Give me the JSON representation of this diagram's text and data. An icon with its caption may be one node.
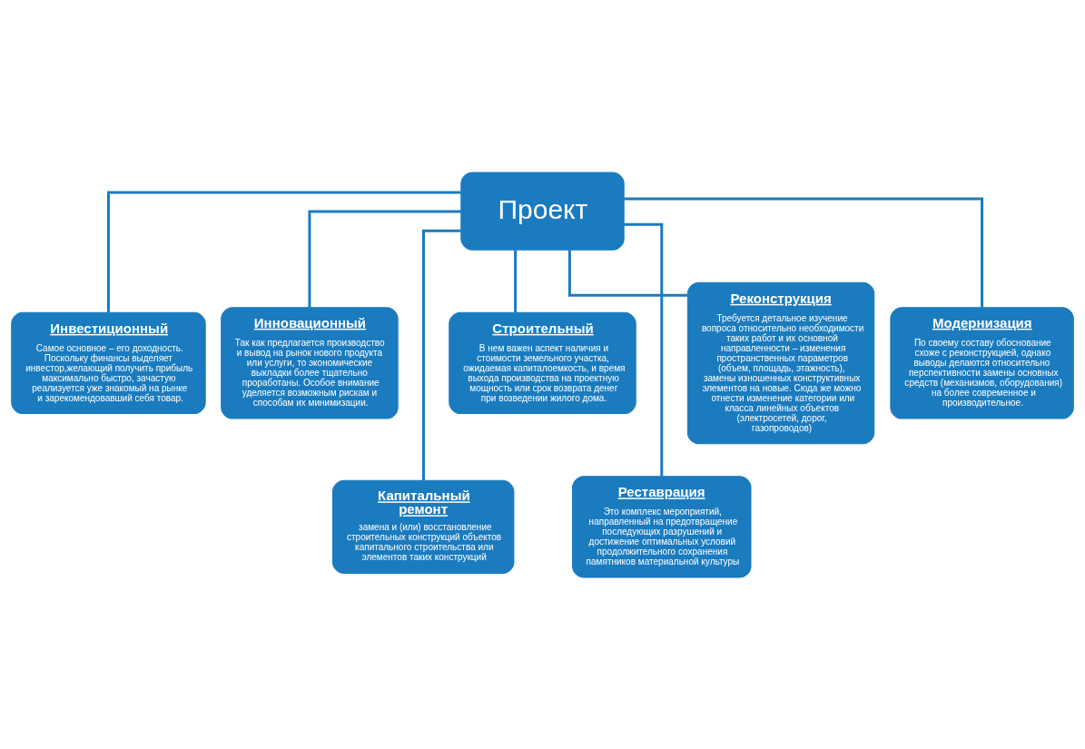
{
  "diagram": {
    "nodes": [
      {
        "text": [
          "Проект"
        ]
      },
      {
        "text": [
          "Инвестиционный",
          "Самое основное – его доходность. Поскольку финансы выделяет инвестор,желающий получить прибыль максимально быстро, зачастую реализуется уже знакомый на рынке и зарекомендовавший себя товар."
        ]
      },
      {
        "text": [
          "Инновационный",
          "Так как предлагается производство и вывод на рынок нового продукта или услуги, то экономические выкладки более тщательно проработаны. Особое внимание уделяется возможным рискам и способам их минимизации."
        ]
      },
      {
        "text": [
          "Строительный",
          "В нем важен аспект наличия и стоимости земельного участка, ожидаемая капиталоемкость, и время выхода производства на проектную мощность или срок возврата денег при возведении жилого дома."
        ]
      },
      {
        "text": [
          "Реконструкция",
          "Требуется детальное изучение вопроса относительно необходимости таких работ и их основной направленности – изменения пространственных параметров (объем, площадь, этажность), замены изношенных конструктивных элементов на новые. Сюда же можно отнести изменение категории или класса линейных объектов (электросетей, дорог, газопроводов)"
        ]
      },
      {
        "text": [
          "Модернизация",
          "По своему составу обоснование схоже с реконструкцией, однако выводы делаются относительно перспективности замены основных средств (механизмов, оборудования) на более современное и производительное."
        ]
      },
      {
        "text": [
          "Капитальный ремонт",
          "замена и (или) восстановление строительных конструкций объектов капитального строительства или элементов таких конструкций"
        ]
      },
      {
        "text": [
          "Реставрация",
          "Это комплекс мероприятий, направленный на предотвращение последующих разрушений и достижение оптимальных условий продолжительного сохранения памятников материальной культуры"
        ]
      }
    ],
    "edges": [
      {
        "from": 0,
        "to": 1,
        "arrow": "none"
      },
      {
        "from": 0,
        "to": 2,
        "arrow": "none"
      },
      {
        "from": 0,
        "to": 6,
        "arrow": "none"
      },
      {
        "from": 0,
        "to": 3,
        "arrow": "none"
      },
      {
        "from": 0,
        "to": 7,
        "arrow": "none"
      },
      {
        "from": 0,
        "to": 4,
        "arrow": "none"
      },
      {
        "from": 0,
        "to": 5,
        "arrow": "none"
      }
    ]
  }
}
